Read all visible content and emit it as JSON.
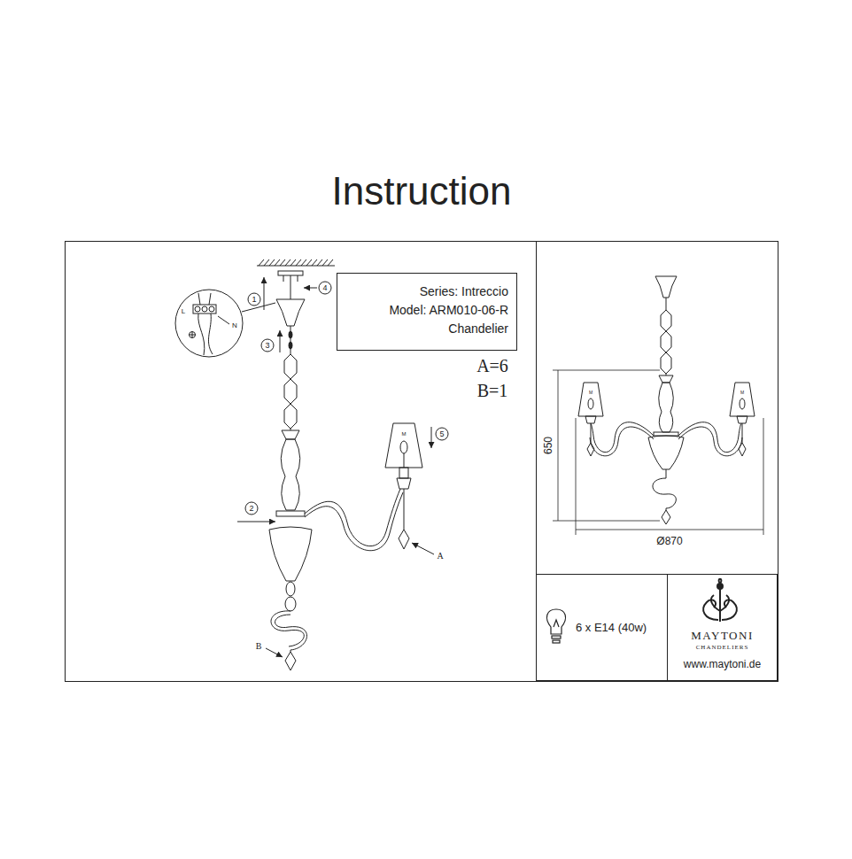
{
  "diagram": {
    "title": "Instruction",
    "nodes": [
      {
        "text": [
          "Series: Intreccio",
          "Model: ARM010-06-R",
          "Chandelier"
        ]
      },
      {
        "text": [
          "6 x E14 (40w)"
        ]
      },
      {
        "text": [
          "MAYTONI",
          "CHANDELIERS",
          "www.maytoni.de"
        ]
      }
    ],
    "labels": [
      "A=6",
      "B=1",
      "1",
      "2",
      "3",
      "4",
      "5",
      "A",
      "B",
      "L",
      "N",
      "650",
      "Ø870",
      "M",
      "M",
      "M"
    ]
  }
}
